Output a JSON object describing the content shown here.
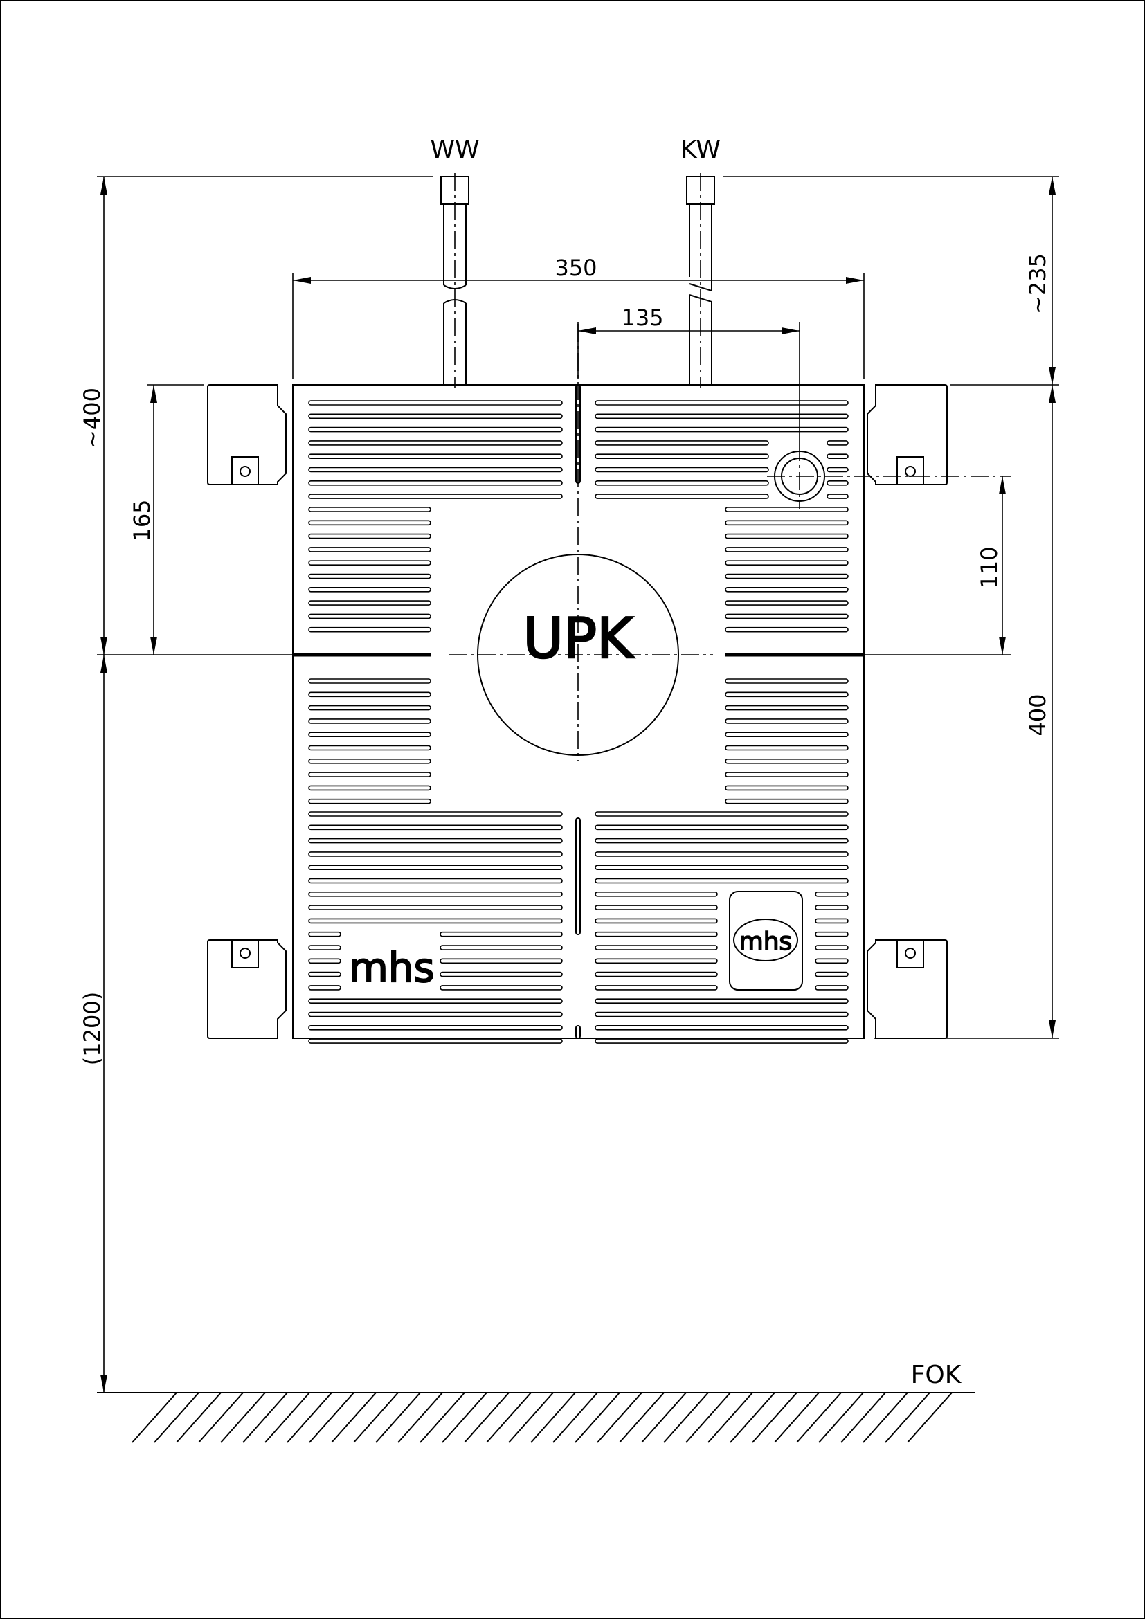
{
  "labels": {
    "warm_water": "WW",
    "cold_water": "KW",
    "floor": "FOK",
    "brand_box": "UPK",
    "logo_text": "mhs"
  },
  "dimensions": {
    "width_total": "350",
    "offset_outlet": "135",
    "pipe_projection": "~235",
    "height_approx": "~400",
    "height_upper": "165",
    "outlet_drop": "110",
    "height_box": "400",
    "floor_height": "(1200)"
  },
  "colors": {
    "line": "#000000",
    "background": "#ffffff"
  }
}
